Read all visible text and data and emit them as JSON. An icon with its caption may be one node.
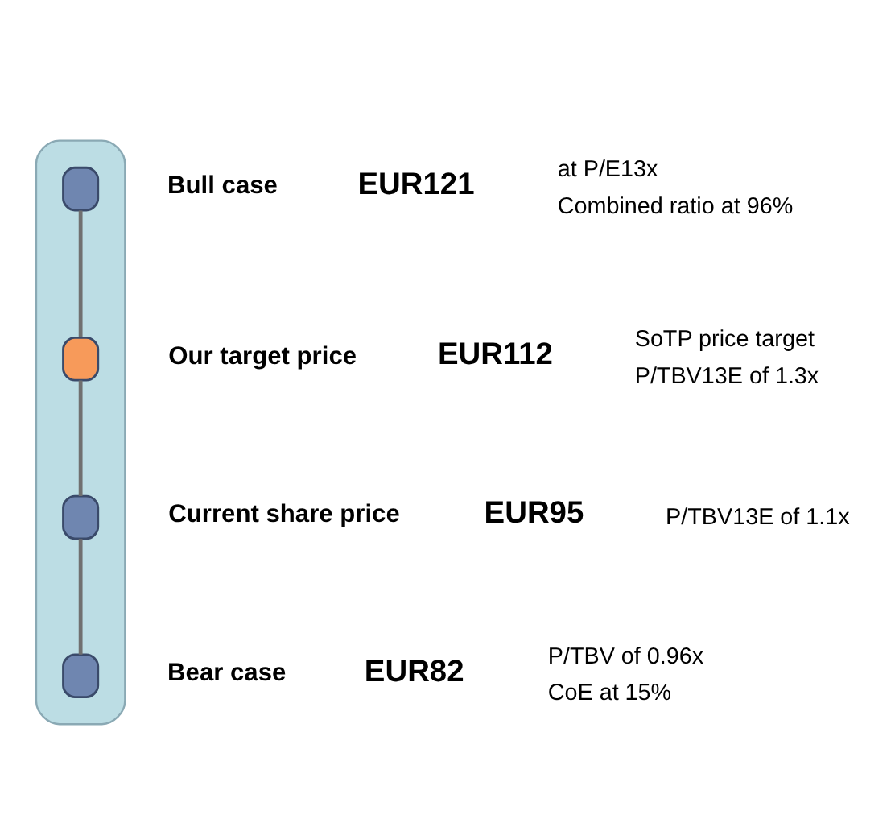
{
  "diagram": {
    "nodes": [
      {
        "text": [],
        "shape": "bar"
      },
      {
        "text": [],
        "shape": "box",
        "in": 0,
        "beside": [
          "Bull case",
          "EUR121",
          "at P/E13x",
          "Combined ratio at 96%"
        ]
      },
      {
        "text": [],
        "shape": "box",
        "in": 0,
        "beside": [
          "Our target price",
          "EUR112",
          "SoTP price target",
          "P/TBV13E of 1.3x"
        ]
      },
      {
        "text": [],
        "shape": "box",
        "in": 0,
        "beside": [
          "Current share price",
          "EUR95",
          "P/TBV13E of 1.1x"
        ]
      },
      {
        "text": [],
        "shape": "box",
        "in": 0,
        "beside": [
          "Bear case",
          "EUR82",
          "P/TBV of 0.96x",
          "CoE at 15%"
        ]
      }
    ],
    "edges": [
      {
        "from": 1,
        "to": 2,
        "arrow": "none"
      },
      {
        "from": 2,
        "to": 3,
        "arrow": "none"
      },
      {
        "from": 3,
        "to": 4,
        "arrow": "none"
      }
    ]
  }
}
